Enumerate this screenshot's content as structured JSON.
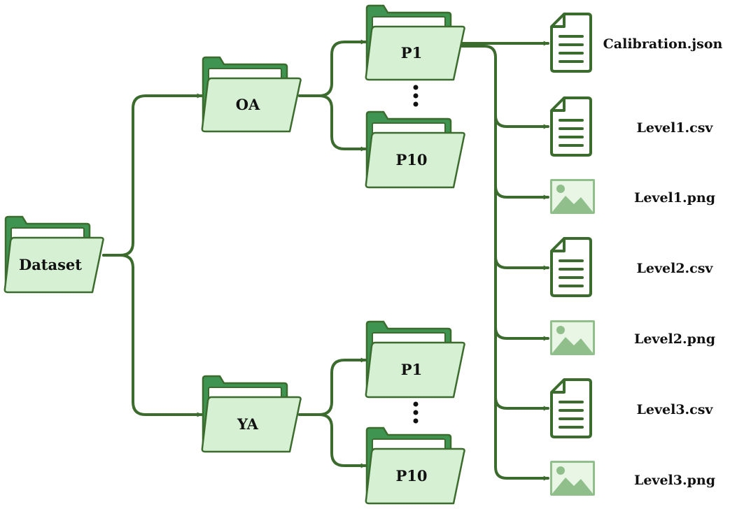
{
  "colors": {
    "line": "#3c6b2e",
    "folder_back": "#3f9452",
    "folder_front": "#d6f0d3",
    "paper": "#ffffff",
    "image_bg": "#90bf8c",
    "image_fg": "#e9f6e6"
  },
  "root": {
    "label": "Dataset",
    "icon": "folder-icon"
  },
  "groups": [
    {
      "label": "OA",
      "icon": "folder-icon",
      "children": [
        {
          "label": "P1",
          "icon": "folder-icon"
        },
        {
          "label": "P10",
          "icon": "folder-icon"
        }
      ]
    },
    {
      "label": "YA",
      "icon": "folder-icon",
      "children": [
        {
          "label": "P1",
          "icon": "folder-icon"
        },
        {
          "label": "P10",
          "icon": "folder-icon"
        }
      ]
    }
  ],
  "ellipsis_icon": "vertical-ellipsis-icon",
  "files": [
    {
      "label": "Calibration.json",
      "icon": "document-icon"
    },
    {
      "label": "Level1.csv",
      "icon": "document-icon"
    },
    {
      "label": "Level1.png",
      "icon": "image-icon"
    },
    {
      "label": "Level2.csv",
      "icon": "document-icon"
    },
    {
      "label": "Level2.png",
      "icon": "image-icon"
    },
    {
      "label": "Level3.csv",
      "icon": "document-icon"
    },
    {
      "label": "Level3.png",
      "icon": "image-icon"
    }
  ]
}
